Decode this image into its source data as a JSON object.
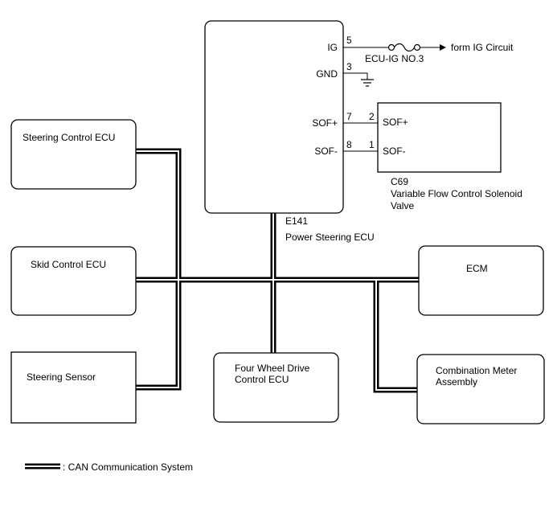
{
  "ecu": {
    "pins": {
      "ig": {
        "name": "IG",
        "num": "5"
      },
      "gnd": {
        "name": "GND",
        "num": "3"
      },
      "sof_plus": {
        "name": "SOF+",
        "num": "7"
      },
      "sof_minus": {
        "name": "SOF-",
        "num": "8"
      }
    },
    "connector": "E141",
    "name": "Power Steering ECU"
  },
  "fuse_label": "ECU-IG NO.3",
  "ig_source": "form IG Circuit",
  "solenoid": {
    "pins": {
      "sof_plus": {
        "name": "SOF+",
        "num": "2"
      },
      "sof_minus": {
        "name": "SOF-",
        "num": "1"
      }
    },
    "connector": "C69",
    "name_line1": "Variable Flow Control Solenoid",
    "name_line2": "Valve"
  },
  "blocks": {
    "steering_control": "Steering Control ECU",
    "skid_control": "Skid Control ECU",
    "steering_sensor": "Steering Sensor",
    "four_wd_line1": "Four Wheel Drive",
    "four_wd_line2": "Control ECU",
    "ecm": "ECM",
    "meter_line1": "Combination Meter",
    "meter_line2": "Assembly"
  },
  "legend": {
    "label": ": CAN Communication System"
  }
}
